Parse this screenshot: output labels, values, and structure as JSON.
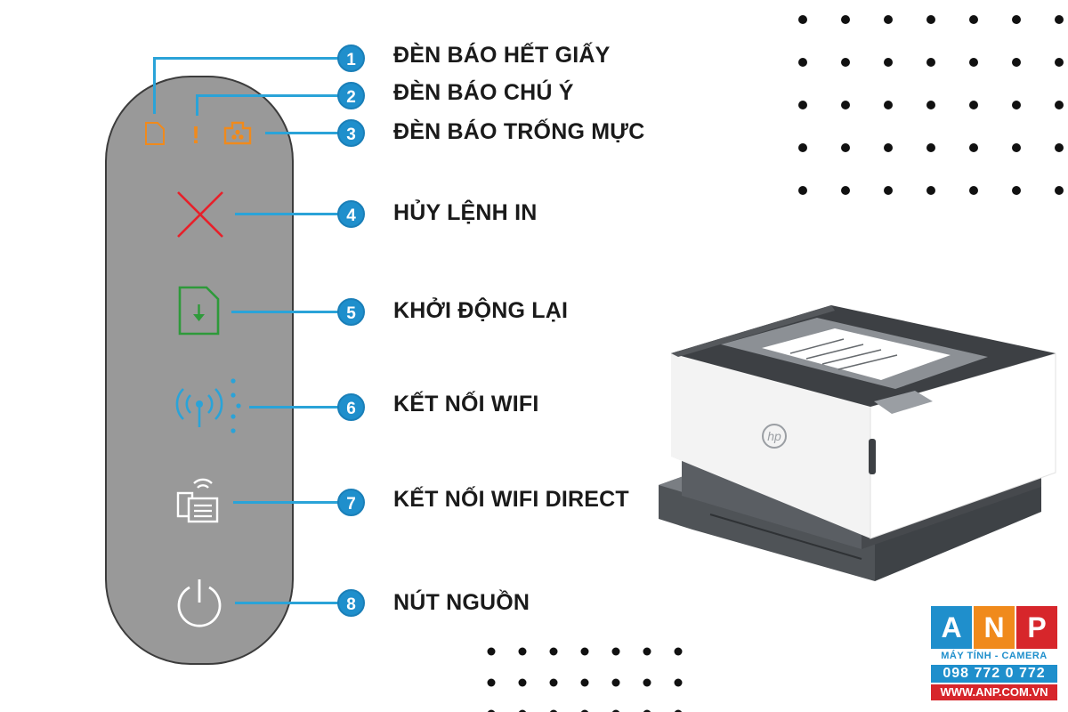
{
  "callouts": [
    {
      "number": "1",
      "label": "ĐÈN BÁO HẾT GIẤY"
    },
    {
      "number": "2",
      "label": "ĐÈN BÁO CHÚ Ý"
    },
    {
      "number": "3",
      "label": "ĐÈN BÁO TRỐNG MỰC"
    },
    {
      "number": "4",
      "label": "HỦY LỆNH IN"
    },
    {
      "number": "5",
      "label": "KHỞI ĐỘNG LẠI"
    },
    {
      "number": "6",
      "label": "KẾT NỐI WIFI"
    },
    {
      "number": "7",
      "label": "KẾT NỐI WIFI DIRECT"
    },
    {
      "number": "8",
      "label": "NÚT NGUỒN"
    }
  ],
  "panel_icons": {
    "attention_glyph": "!",
    "names": [
      "paper-icon",
      "attention-icon",
      "ink-icon",
      "cancel-icon",
      "resume-icon",
      "wifi-icon",
      "wifi-direct-icon",
      "power-icon"
    ]
  },
  "printer": {
    "brand": "hp"
  },
  "logo": {
    "letters": [
      "A",
      "N",
      "P"
    ],
    "subtitle": "MÁY TÍNH - CAMERA",
    "phone": "098 772 0 772",
    "website": "WWW.ANP.COM.VN"
  },
  "colors": {
    "panel": "#999999",
    "leader": "#2aa3d8",
    "badge": "#1f8fcc",
    "warning": "#f08a1c",
    "cancel": "#e8202a",
    "resume": "#2e9a3a",
    "wifi": "#2aa3d8",
    "icon_light": "#ffffff",
    "logo_a": "#1f8fcc",
    "logo_n": "#f08a1c",
    "logo_p": "#d7262b"
  }
}
